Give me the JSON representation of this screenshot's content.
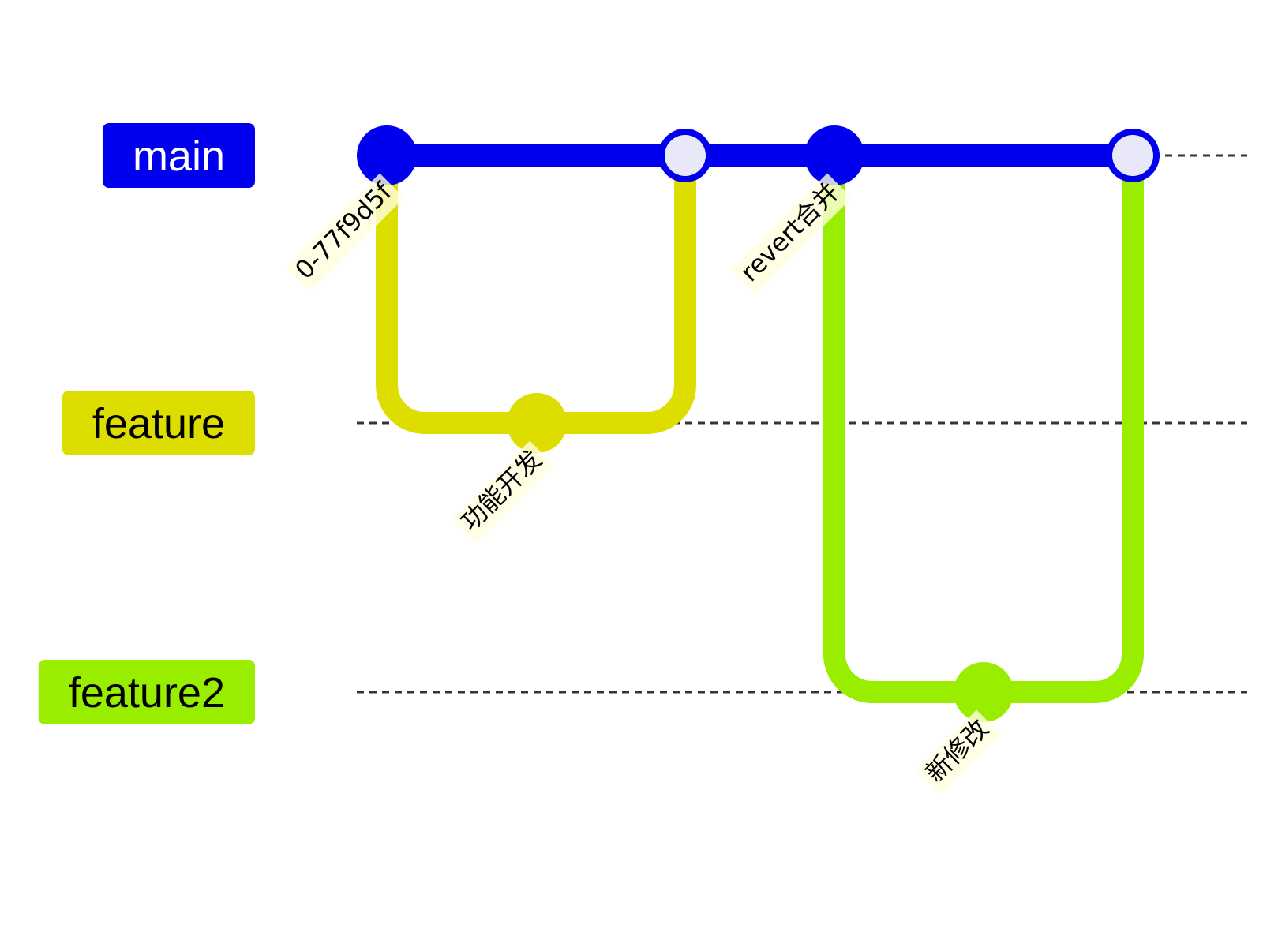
{
  "colors": {
    "background": "#ffffff",
    "lane_line": "#333333",
    "commit_label_bg": "#ffffde",
    "merge_fill": "#e8e8f8"
  },
  "branches": [
    {
      "id": "main",
      "name": "main",
      "color": "#0000ee",
      "text_color": "#ffffff"
    },
    {
      "id": "feature",
      "name": "feature",
      "color": "#dddd00",
      "text_color": "#000000"
    },
    {
      "id": "feature2",
      "name": "feature2",
      "color": "#99ee00",
      "text_color": "#000000"
    }
  ],
  "commits": [
    {
      "id": "c1",
      "branch": "main",
      "type": "normal",
      "label": "0-77f9d5f"
    },
    {
      "id": "c2",
      "branch": "feature",
      "type": "normal",
      "label": "功能开发"
    },
    {
      "id": "c3",
      "branch": "main",
      "type": "merge",
      "label": ""
    },
    {
      "id": "c4",
      "branch": "main",
      "type": "normal",
      "label": "revert合并"
    },
    {
      "id": "c5",
      "branch": "feature2",
      "type": "normal",
      "label": "新修改"
    },
    {
      "id": "c6",
      "branch": "main",
      "type": "merge",
      "label": ""
    }
  ],
  "edges": [
    {
      "from": "c1",
      "to": "c3",
      "kind": "same"
    },
    {
      "from": "c3",
      "to": "c4",
      "kind": "same"
    },
    {
      "from": "c4",
      "to": "c6",
      "kind": "same"
    },
    {
      "from": "c1",
      "to": "c2",
      "kind": "branch-out"
    },
    {
      "from": "c2",
      "to": "c3",
      "kind": "merge-in"
    },
    {
      "from": "c4",
      "to": "c5",
      "kind": "branch-out"
    },
    {
      "from": "c5",
      "to": "c6",
      "kind": "merge-in"
    }
  ]
}
